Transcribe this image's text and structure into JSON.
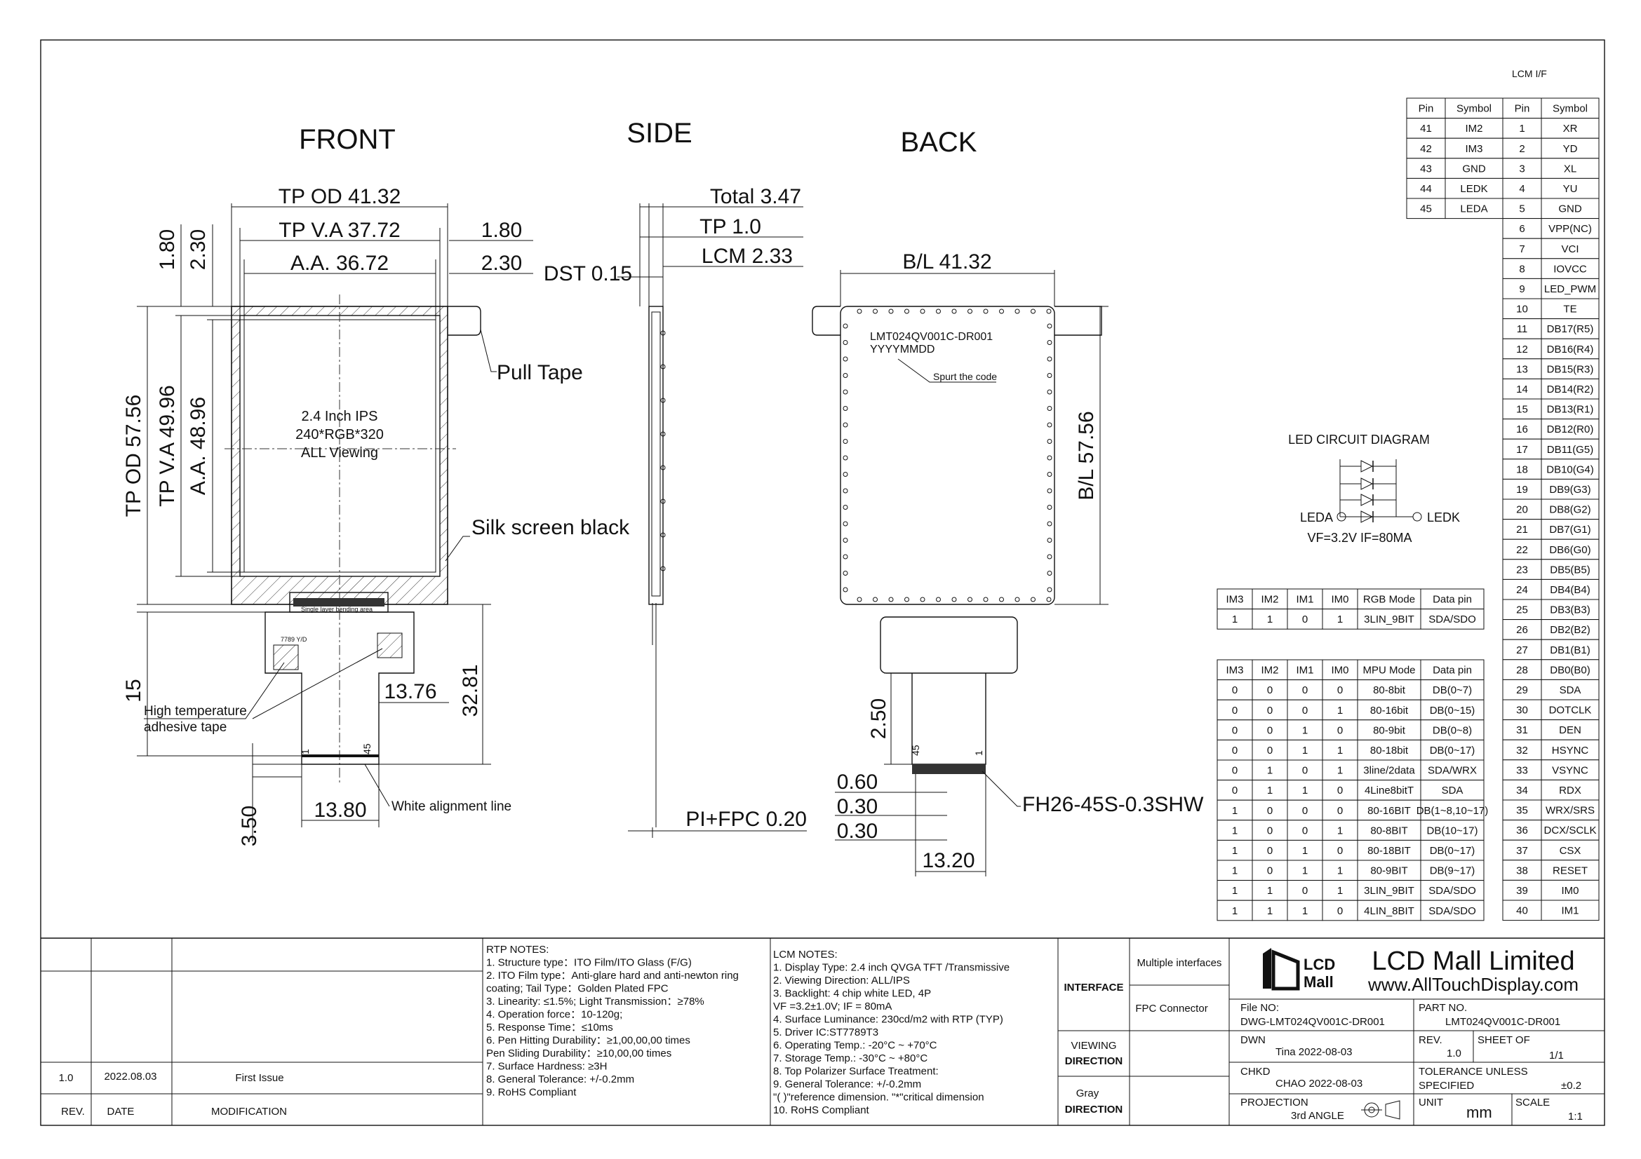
{
  "views": {
    "front": "FRONT",
    "side": "SIDE",
    "back": "BACK"
  },
  "front": {
    "tp_od_w": "TP OD 41.32",
    "tp_va_w": "TP V.A 37.72",
    "aa_w": "A.A. 36.72",
    "m180": "1.80",
    "m230": "2.30",
    "m180v": "1.80",
    "m230v": "2.30",
    "tp_od_h": "TP OD 57.56",
    "tp_va_h": "TP V.A 49.96",
    "aa_h": "A.A. 48.96",
    "pull_tape": "Pull Tape",
    "silk": "Silk screen black",
    "center1": "2.4 Inch  IPS",
    "center2": "240*RGB*320",
    "center3": "ALL Viewing",
    "bending": "Single layer bending area",
    "ic": "7789 Y/D",
    "d15": "15",
    "d1376": "13.76",
    "d3281": "32.81",
    "d1380": "13.80",
    "d350": "3.50",
    "hta1": "High temperature",
    "hta2": "adhesive tape",
    "white_line": "White alignment line",
    "pin1": "1",
    "pin45": "45"
  },
  "side": {
    "total": "Total 3.47",
    "tp": "TP 1.0",
    "dst": "DST 0.15",
    "lcm": "LCM 2.33",
    "fpc": "PI+FPC 0.20"
  },
  "back": {
    "bl_w": "B/L 41.32",
    "bl_h": "B/L 57.56",
    "code1": "LMT024QV001C-DR001",
    "code2": "YYYYMMDD",
    "spurt": "Spurt the code",
    "d250": "2.50",
    "d060": "0.60",
    "d030a": "0.30",
    "d030b": "0.30",
    "d1320": "13.20",
    "conn": "FH26-45S-0.3SHW",
    "pin45": "45",
    "pin1": "1"
  },
  "led": {
    "title": "LED CIRCUIT DIAGRAM",
    "leda": "LEDA",
    "ledk": "LEDK",
    "spec": "VF=3.2V  IF=80MA"
  },
  "lcm_if": {
    "title": "LCM I/F",
    "headers": [
      "Pin",
      "Symbol",
      "Pin",
      "Symbol"
    ],
    "left": [
      [
        "41",
        "IM2"
      ],
      [
        "42",
        "IM3"
      ],
      [
        "43",
        "GND"
      ],
      [
        "44",
        "LEDK"
      ],
      [
        "45",
        "LEDA"
      ]
    ],
    "right": [
      [
        "1",
        "XR"
      ],
      [
        "2",
        "YD"
      ],
      [
        "3",
        "XL"
      ],
      [
        "4",
        "YU"
      ],
      [
        "5",
        "GND"
      ],
      [
        "6",
        "VPP(NC)"
      ],
      [
        "7",
        "VCI"
      ],
      [
        "8",
        "IOVCC"
      ],
      [
        "9",
        "LED_PWM"
      ],
      [
        "10",
        "TE"
      ],
      [
        "11",
        "DB17(R5)"
      ],
      [
        "12",
        "DB16(R4)"
      ],
      [
        "13",
        "DB15(R3)"
      ],
      [
        "14",
        "DB14(R2)"
      ],
      [
        "15",
        "DB13(R1)"
      ],
      [
        "16",
        "DB12(R0)"
      ],
      [
        "17",
        "DB11(G5)"
      ],
      [
        "18",
        "DB10(G4)"
      ],
      [
        "19",
        "DB9(G3)"
      ],
      [
        "20",
        "DB8(G2)"
      ],
      [
        "21",
        "DB7(G1)"
      ],
      [
        "22",
        "DB6(G0)"
      ],
      [
        "23",
        "DB5(B5)"
      ],
      [
        "24",
        "DB4(B4)"
      ],
      [
        "25",
        "DB3(B3)"
      ],
      [
        "26",
        "DB2(B2)"
      ],
      [
        "27",
        "DB1(B1)"
      ],
      [
        "28",
        "DB0(B0)"
      ],
      [
        "29",
        "SDA"
      ],
      [
        "30",
        "DOTCLK"
      ],
      [
        "31",
        "DEN"
      ],
      [
        "32",
        "HSYNC"
      ],
      [
        "33",
        "VSYNC"
      ],
      [
        "34",
        "RDX"
      ],
      [
        "35",
        "WRX/SRS"
      ],
      [
        "36",
        "DCX/SCLK"
      ],
      [
        "37",
        "CSX"
      ],
      [
        "38",
        "RESET"
      ],
      [
        "39",
        "IM0"
      ],
      [
        "40",
        "IM1"
      ]
    ]
  },
  "rgb_table": {
    "headers": [
      "IM3",
      "IM2",
      "IM1",
      "IM0",
      "RGB Mode",
      "Data pin"
    ],
    "rows": [
      [
        "1",
        "1",
        "0",
        "1",
        "3LIN_9BIT",
        "SDA/SDO"
      ]
    ]
  },
  "mpu_table": {
    "headers": [
      "IM3",
      "IM2",
      "IM1",
      "IM0",
      "MPU Mode",
      "Data pin"
    ],
    "rows": [
      [
        "0",
        "0",
        "0",
        "0",
        "80-8bit",
        "DB(0~7)"
      ],
      [
        "0",
        "0",
        "0",
        "1",
        "80-16bit",
        "DB(0~15)"
      ],
      [
        "0",
        "0",
        "1",
        "0",
        "80-9bit",
        "DB(0~8)"
      ],
      [
        "0",
        "0",
        "1",
        "1",
        "80-18bit",
        "DB(0~17)"
      ],
      [
        "0",
        "1",
        "0",
        "1",
        "3line/2data",
        "SDA/WRX"
      ],
      [
        "0",
        "1",
        "1",
        "0",
        "4Line8bitT",
        "SDA"
      ],
      [
        "1",
        "0",
        "0",
        "0",
        "80-16BIT",
        "DB(1~8,10~17)"
      ],
      [
        "1",
        "0",
        "0",
        "1",
        "80-8BIT",
        "DB(10~17)"
      ],
      [
        "1",
        "0",
        "1",
        "0",
        "80-18BIT",
        "DB(0~17)"
      ],
      [
        "1",
        "0",
        "1",
        "1",
        "80-9BIT",
        "DB(9~17)"
      ],
      [
        "1",
        "1",
        "0",
        "1",
        "3LIN_9BIT",
        "SDA/SDO"
      ],
      [
        "1",
        "1",
        "1",
        "0",
        "4LIN_8BIT",
        "SDA/SDO"
      ]
    ]
  },
  "revision": {
    "rows": [
      [
        "1.0",
        "2022.08.03",
        "First Issue"
      ]
    ],
    "headers": [
      "REV.",
      "DATE",
      "MODIFICATION"
    ]
  },
  "rtp_notes": [
    "RTP NOTES:",
    "1. Structure type：ITO Film/ITO Glass (F/G)",
    "2. ITO Film type：Anti-glare hard and anti-newton ring",
    "   coating;  Tail Type：Golden Plated FPC",
    "3. Linearity:    ≤1.5%; Light Transmission：≥78%",
    "4. Operation force：10-120g;",
    "5. Response Time：≤10ms",
    "6. Pen Hitting Durability：≥1,00,00,00 times",
    "   Pen Sliding Durability：≥10,00,00 times",
    "7. Surface Hardness: ≥3H",
    "8. General Tolerance: +/-0.2mm",
    "9. RoHS Compliant"
  ],
  "lcm_notes": [
    "LCM NOTES:",
    "1. Display Type: 2.4 inch QVGA TFT /Transmissive",
    "2. Viewing Direction: ALL/IPS",
    "3. Backlight: 4 chip white LED, 4P",
    "             VF =3.2±1.0V; IF = 80mA",
    "4. Surface Luminance: 230cd/m2 with RTP (TYP)",
    "5. Driver IC:ST7789T3",
    "6. Operating Temp.: -20°C ~ +70°C",
    "7. Storage Temp.: -30°C ~ +80°C",
    "8. Top Polarizer Surface Treatment:",
    "9. General Tolerance: +/-0.2mm",
    "   \"( )\"reference dimension. \"*\"critical dimension",
    "10. RoHS Compliant"
  ],
  "title_block": {
    "interface": "INTERFACE",
    "multi": "Multiple interfaces",
    "fpc": "FPC Connector",
    "viewing": "VIEWING",
    "direction": "DIRECTION",
    "gray": "Gray",
    "direction2": "DIRECTION",
    "company": "LCD Mall Limited",
    "url": "www.AllTouchDisplay.com",
    "logo1": "LCD",
    "logo2": "Mall",
    "file_no_label": "File NO:",
    "file_no": "DWG-LMT024QV001C-DR001",
    "part_no_label": "PART NO.",
    "part_no": "LMT024QV001C-DR001",
    "dwn_label": "DWN",
    "dwn": "Tina   2022-08-03",
    "rev_label": "REV.",
    "rev": "1.0",
    "sheet_label": "SHEET OF",
    "sheet": "1/1",
    "chkd_label": "CHKD",
    "chkd": "CHAO   2022-08-03",
    "tol_label": "TOLERANCE UNLESS",
    "spec_label": "SPECIFIED",
    "tol": "±0.2",
    "proj_label": "PROJECTION",
    "proj": "3rd ANGLE",
    "unit_label": "UNIT",
    "unit": "mm",
    "scale_label": "SCALE",
    "scale": "1:1"
  }
}
